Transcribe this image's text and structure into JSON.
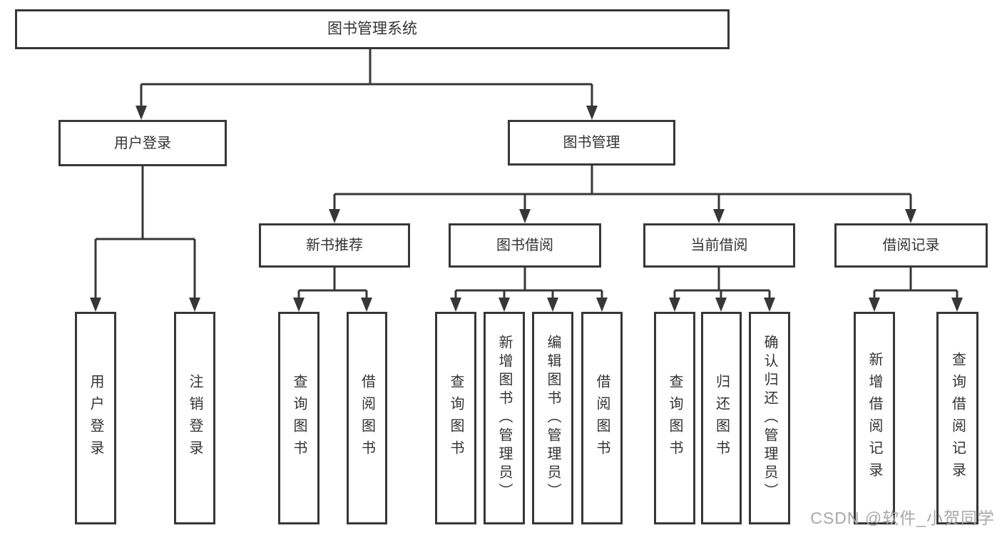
{
  "diagram": {
    "root": {
      "label": "图书管理系统",
      "children": [
        {
          "label": "用户登录",
          "children": [
            {
              "label": "用户登录"
            },
            {
              "label": "注销登录"
            }
          ]
        },
        {
          "label": "图书管理",
          "children": [
            {
              "label": "新书推荐",
              "children": [
                {
                  "label": "查询图书"
                },
                {
                  "label": "借阅图书"
                }
              ]
            },
            {
              "label": "图书借阅",
              "children": [
                {
                  "label": "查询图书"
                },
                {
                  "label": "新增图书（管理员）"
                },
                {
                  "label": "编辑图书（管理员）"
                },
                {
                  "label": "借阅图书"
                }
              ]
            },
            {
              "label": "当前借阅",
              "children": [
                {
                  "label": "查询图书"
                },
                {
                  "label": "归还图书"
                },
                {
                  "label": "确认归还（管理员）"
                }
              ]
            },
            {
              "label": "借阅记录",
              "children": [
                {
                  "label": "新增借阅记录"
                },
                {
                  "label": "查询借阅记录"
                }
              ]
            }
          ]
        }
      ]
    }
  },
  "watermark": {
    "text": "CSDN @软件_小贺同学"
  },
  "colors": {
    "line": "#373737",
    "box_border": "#373737",
    "text": "#333333",
    "background": "#ffffff",
    "watermark": "#a8a8a8"
  }
}
